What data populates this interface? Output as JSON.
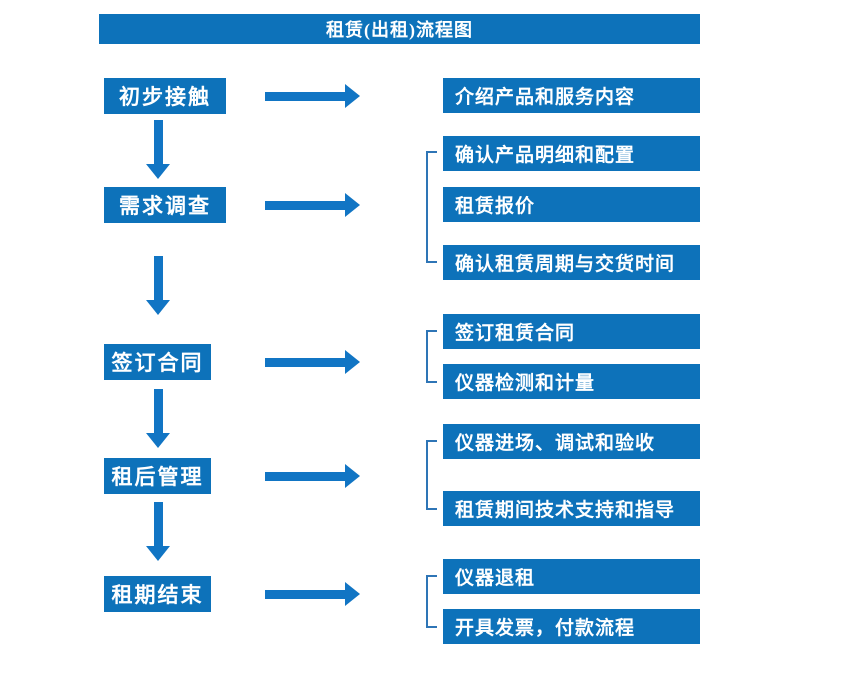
{
  "title": "租赁(出租)流程图",
  "colors": {
    "box_fill": "#0d72ba",
    "arrow": "#1175c4",
    "bracket": "#2e75b6",
    "text": "#ffffff",
    "background": "#ffffff"
  },
  "stages": [
    {
      "label": "初步接触",
      "outputs": [
        "介绍产品和服务内容"
      ]
    },
    {
      "label": "需求调查",
      "outputs": [
        "确认产品明细和配置",
        "租赁报价",
        "确认租赁周期与交货时间"
      ]
    },
    {
      "label": "签订合同",
      "outputs": [
        "签订租赁合同",
        "仪器检测和计量"
      ]
    },
    {
      "label": "租后管理",
      "outputs": [
        "仪器进场、调试和验收",
        "租赁期间技术支持和指导"
      ]
    },
    {
      "label": "租期结束",
      "outputs": [
        "仪器退租",
        "开具发票，付款流程"
      ]
    }
  ]
}
